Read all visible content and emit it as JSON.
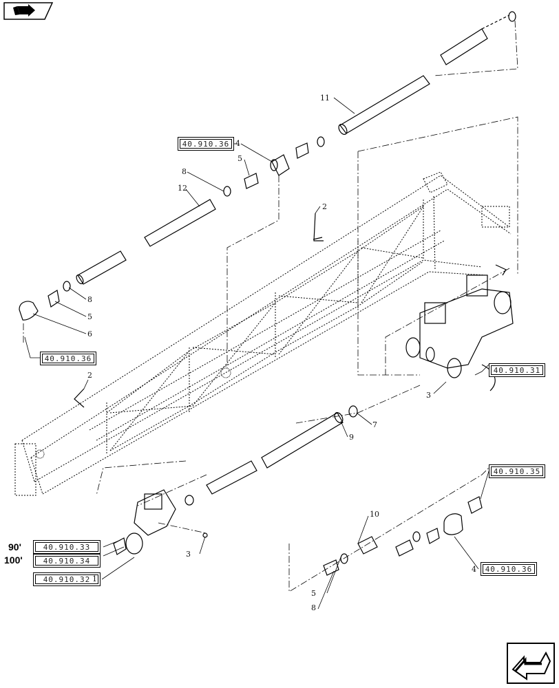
{
  "reference_boxes": {
    "top_left_fitting": "40.910.36",
    "left_elbow": "40.910.36",
    "valve_manifold": "40.910.31",
    "nozzle_right": "40.910.35",
    "bottom_tee": "40.910.36",
    "boom_90": "40.910.33",
    "boom_100": "40.910.34",
    "bottom_valve": "40.910.32"
  },
  "boom_sizes": {
    "size_90": "90'",
    "size_100": "100'"
  },
  "callouts": {
    "c11": "11",
    "c4_top": "4",
    "c5_top": "5",
    "c8_top": "8",
    "c12": "12",
    "c2_top": "2",
    "c8_mid": "8",
    "c5_mid": "5",
    "c6": "6",
    "c2_bottom": "2",
    "c3_right": "3",
    "c7": "7",
    "c9": "9",
    "c10": "10",
    "c3_bottom": "3",
    "c1": "1",
    "c4_bottom": "4",
    "c5_bottom": "5",
    "c8_bottom": "8"
  },
  "icons": {
    "top_nav": "back-page-icon",
    "bottom_nav": "previous-section-icon"
  }
}
